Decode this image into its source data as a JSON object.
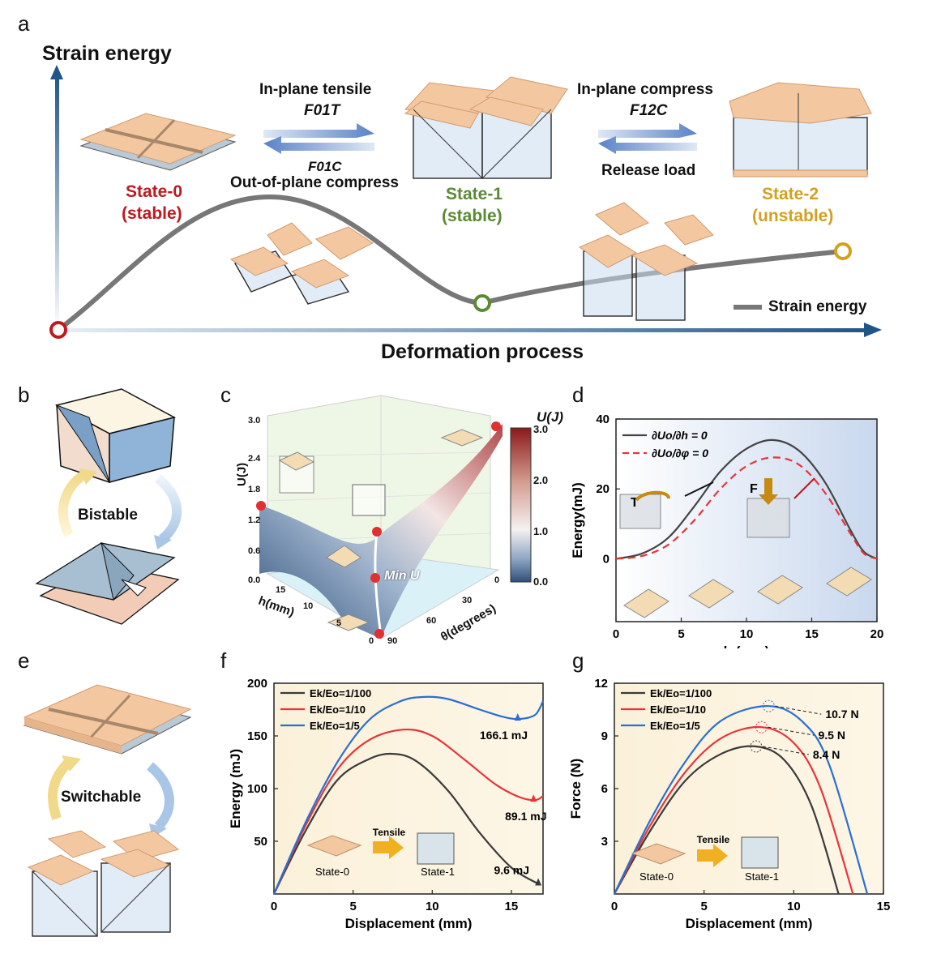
{
  "panels": {
    "a": "a",
    "b": "b",
    "c": "c",
    "d": "d",
    "e": "e",
    "f": "f",
    "g": "g"
  },
  "panel_a": {
    "y_axis_label": "Strain energy",
    "x_axis_label": "Deformation process",
    "legend_label": "Strain energy",
    "transition1_top": "In-plane tensile",
    "transition1_top_force": "F01T",
    "transition1_bottom_force": "F01C",
    "transition1_bottom": "Out-of-plane compress",
    "transition2_top": "In-plane compress",
    "transition2_top_force": "F12C",
    "transition2_bottom": "Release load",
    "state0_name": "State-0",
    "state0_status": "(stable)",
    "state1_name": "State-1",
    "state1_status": "(stable)",
    "state2_name": "State-2",
    "state2_status": "(unstable)",
    "colors": {
      "state0": "#c0181e",
      "state1": "#5a8a32",
      "state2": "#d4a020",
      "axis": "#1f5588",
      "curve": "#777777"
    }
  },
  "panel_b": {
    "label": "Bistable"
  },
  "panel_e": {
    "label": "Switchable"
  },
  "panel_c": {
    "z_axis_label": "U(J)",
    "colorbar_title": "U(J)",
    "colorbar_ticks": [
      "3.0",
      "2.0",
      "1.0",
      "0.0"
    ],
    "z_ticks": [
      "3.0",
      "2.4",
      "1.8",
      "1.2",
      "0.6",
      "0.0"
    ],
    "h_axis_label": "h(mm)",
    "h_ticks": [
      "15",
      "10",
      "5",
      "0"
    ],
    "theta_axis_label": "θ(degrees)",
    "theta_ticks": [
      "0",
      "30",
      "60",
      "90"
    ],
    "annotation": "Min U"
  },
  "chart_data": [
    {
      "panel": "d",
      "type": "line",
      "xlabel": "h (mm)",
      "ylabel": "Energy(mJ)",
      "xlim": [
        0,
        20
      ],
      "ylim": [
        -18,
        40
      ],
      "x_ticks": [
        "0",
        "5",
        "10",
        "15",
        "20"
      ],
      "y_ticks": [
        "0",
        "20",
        "40"
      ],
      "series": [
        {
          "name": "∂Uo/∂h = 0",
          "color": "#444444",
          "dash": "solid",
          "x": [
            0,
            2,
            4,
            6,
            8,
            10,
            12,
            14,
            16,
            18,
            19,
            20
          ],
          "y": [
            0,
            1.5,
            6,
            15,
            25,
            31.5,
            34,
            31,
            22,
            8,
            2,
            0
          ]
        },
        {
          "name": "∂Uo/∂φ = 0",
          "color": "#e8333a",
          "dash": "dashed",
          "x": [
            0,
            2,
            4,
            6,
            8,
            10,
            12,
            14,
            16,
            18,
            19,
            20
          ],
          "y": [
            0,
            0.8,
            4,
            11,
            20,
            26.5,
            29,
            27,
            19,
            7,
            1.5,
            0
          ]
        }
      ],
      "annotations": [
        "T",
        "F"
      ]
    },
    {
      "panel": "f",
      "type": "line",
      "xlabel": "Displacement (mm)",
      "ylabel": "Energy (mJ)",
      "xlim": [
        0,
        17
      ],
      "ylim": [
        0,
        200
      ],
      "x_ticks": [
        "0",
        "5",
        "10",
        "15"
      ],
      "y_ticks": [
        "50",
        "100",
        "150",
        "200"
      ],
      "series": [
        {
          "name": "Ek/Eo=1/100",
          "color": "#3a3a3a",
          "x": [
            0,
            2,
            4,
            6,
            7.5,
            9,
            11,
            13,
            15,
            16.7
          ],
          "y": [
            0,
            60,
            108,
            128,
            133,
            126,
            98,
            58,
            25,
            9.6
          ]
        },
        {
          "name": "Ek/Eo=1/10",
          "color": "#e8333a",
          "x": [
            0,
            2,
            4,
            6,
            8.2,
            10,
            12,
            14,
            15.5,
            16.5,
            17
          ],
          "y": [
            0,
            65,
            118,
            146,
            156,
            150,
            128,
            104,
            92,
            89.1,
            93
          ]
        },
        {
          "name": "Ek/Eo=1/5",
          "color": "#2a6fd0",
          "x": [
            0,
            2,
            4,
            6,
            8,
            9.5,
            11,
            13,
            14.5,
            15.5,
            16.5,
            17
          ],
          "y": [
            0,
            68,
            125,
            165,
            183,
            187,
            185,
            175,
            168,
            166.1,
            170,
            183
          ]
        }
      ],
      "point_labels": [
        "166.1 mJ",
        "89.1 mJ",
        "9.6 mJ"
      ],
      "inset_labels": [
        "State-0",
        "Tensile",
        "State-1"
      ]
    },
    {
      "panel": "g",
      "type": "line",
      "xlabel": "Displacement (mm)",
      "ylabel": "Force (N)",
      "xlim": [
        0,
        15
      ],
      "ylim": [
        0,
        12
      ],
      "x_ticks": [
        "0",
        "5",
        "10",
        "15"
      ],
      "y_ticks": [
        "3",
        "6",
        "9",
        "12"
      ],
      "series": [
        {
          "name": "Ek/Eo=1/100",
          "color": "#3a3a3a",
          "x": [
            0,
            2,
            4,
            6,
            7.9,
            9.5,
            11,
            12.5
          ],
          "y": [
            0,
            3.6,
            6.5,
            8.0,
            8.4,
            7.6,
            5.0,
            0
          ]
        },
        {
          "name": "Ek/Eo=1/10",
          "color": "#e8333a",
          "x": [
            0,
            2,
            4,
            6,
            8.2,
            10,
            11.5,
            13.3
          ],
          "y": [
            0,
            3.9,
            7.0,
            8.9,
            9.5,
            8.6,
            6.0,
            0
          ]
        },
        {
          "name": "Ek/Eo=1/5",
          "color": "#2a6fd0",
          "x": [
            0,
            2,
            4,
            6,
            8.6,
            10.5,
            12,
            14.1
          ],
          "y": [
            0,
            4.2,
            7.6,
            9.9,
            10.7,
            9.8,
            7.3,
            0
          ]
        }
      ],
      "peak_labels": [
        "10.7 N",
        "9.5 N",
        "8.4 N"
      ],
      "inset_labels": [
        "State-0",
        "Tensile",
        "State-1"
      ]
    }
  ]
}
